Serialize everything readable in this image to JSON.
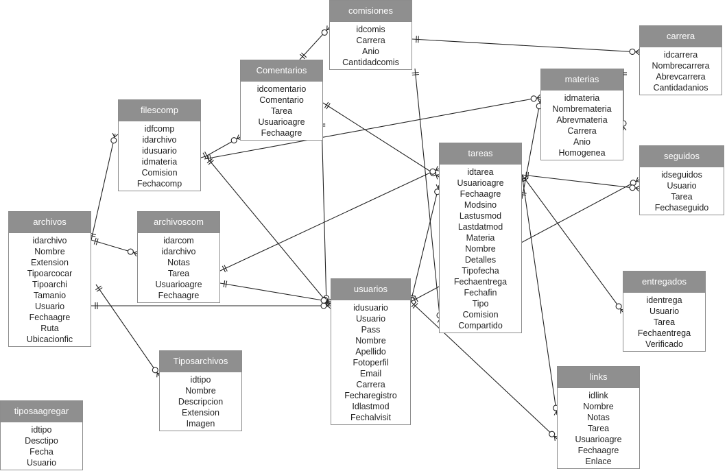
{
  "colors": {
    "header_bg": "#8f8f8f",
    "header_text": "#ffffff",
    "line": "#222222",
    "border": "#8c8c8c"
  },
  "tables": {
    "comisiones": {
      "title": "comisiones",
      "fields": [
        "idcomis",
        "Carrera",
        "Anio",
        "Cantidadcomis"
      ]
    },
    "carrera": {
      "title": "carrera",
      "fields": [
        "idcarrera",
        "Nombrecarrera",
        "Abrevcarrera",
        "Cantidadanios"
      ]
    },
    "comentarios": {
      "title": "Comentarios",
      "fields": [
        "idcomentario",
        "Comentario",
        "Tarea",
        "Usuarioagre",
        "Fechaagre"
      ]
    },
    "materias": {
      "title": "materias",
      "fields": [
        "idmateria",
        "Nombremateria",
        "Abrevmateria",
        "Carrera",
        "Anio",
        "Homogenea"
      ]
    },
    "filescomp": {
      "title": "filescomp",
      "fields": [
        "idfcomp",
        "idarchivo",
        "idusuario",
        "idmateria",
        "Comision",
        "Fechacomp"
      ]
    },
    "tareas": {
      "title": "tareas",
      "fields": [
        "idtarea",
        "Usuarioagre",
        "Fechaagre",
        "Modsino",
        "Lastusmod",
        "Lastdatmod",
        "Materia",
        "Nombre",
        "Detalles",
        "Tipofecha",
        "Fechaentrega",
        "Fechafin",
        "Tipo",
        "Comision",
        "Compartido"
      ]
    },
    "seguidos": {
      "title": "seguidos",
      "fields": [
        "idseguidos",
        "Usuario",
        "Tarea",
        "Fechaseguido"
      ]
    },
    "archivos": {
      "title": "archivos",
      "fields": [
        "idarchivo",
        "Nombre",
        "Extension",
        "Tipoarcocar",
        "Tipoarchi",
        "Tamanio",
        "Usuario",
        "Fechaagre",
        "Ruta",
        "Ubicacionfic"
      ]
    },
    "archivoscom": {
      "title": "archivoscom",
      "fields": [
        "idarcom",
        "idarchivo",
        "Notas",
        "Tarea",
        "Usuarioagre",
        "Fechaagre"
      ]
    },
    "usuarios": {
      "title": "usuarios",
      "fields": [
        "idusuario",
        "Usuario",
        "Pass",
        "Nombre",
        "Apellido",
        "Fotoperfil",
        "Email",
        "Carrera",
        "Fecharegistro",
        "Idlastmod",
        "Fechalvisit"
      ]
    },
    "entregados": {
      "title": "entregados",
      "fields": [
        "identrega",
        "Usuario",
        "Tarea",
        "Fechaentrega",
        "Verificado"
      ]
    },
    "tiposarchivos": {
      "title": "Tiposarchivos",
      "fields": [
        "idtipo",
        "Nombre",
        "Descripcion",
        "Extension",
        "Imagen"
      ]
    },
    "links": {
      "title": "links",
      "fields": [
        "idlink",
        "Nombre",
        "Notas",
        "Tarea",
        "Usuarioagre",
        "Fechaagre",
        "Enlace"
      ]
    },
    "tiposaagregar": {
      "title": "tiposaagregar",
      "fields": [
        "idtipo",
        "Desctipo",
        "Fecha",
        "Usuario"
      ]
    }
  },
  "relationships": [
    {
      "from": "comentarios",
      "to": "comisiones"
    },
    {
      "from": "comisiones",
      "to": "carrera"
    },
    {
      "from": "materias",
      "to": "carrera"
    },
    {
      "from": "comisiones",
      "to": "tareas"
    },
    {
      "from": "comentarios",
      "to": "tareas"
    },
    {
      "from": "comentarios",
      "to": "usuarios"
    },
    {
      "from": "filescomp",
      "to": "comentarios"
    },
    {
      "from": "filescomp",
      "to": "materias"
    },
    {
      "from": "filescomp",
      "to": "usuarios"
    },
    {
      "from": "archivos",
      "to": "filescomp"
    },
    {
      "from": "archivos",
      "to": "archivoscom"
    },
    {
      "from": "archivos",
      "to": "usuarios"
    },
    {
      "from": "archivos",
      "to": "tiposarchivos"
    },
    {
      "from": "archivoscom",
      "to": "tareas"
    },
    {
      "from": "archivoscom",
      "to": "usuarios"
    },
    {
      "from": "usuarios",
      "to": "tareas"
    },
    {
      "from": "usuarios",
      "to": "seguidos"
    },
    {
      "from": "usuarios",
      "to": "links"
    },
    {
      "from": "tareas",
      "to": "materias"
    },
    {
      "from": "tareas",
      "to": "seguidos"
    },
    {
      "from": "tareas",
      "to": "entregados"
    },
    {
      "from": "tareas",
      "to": "links"
    }
  ]
}
